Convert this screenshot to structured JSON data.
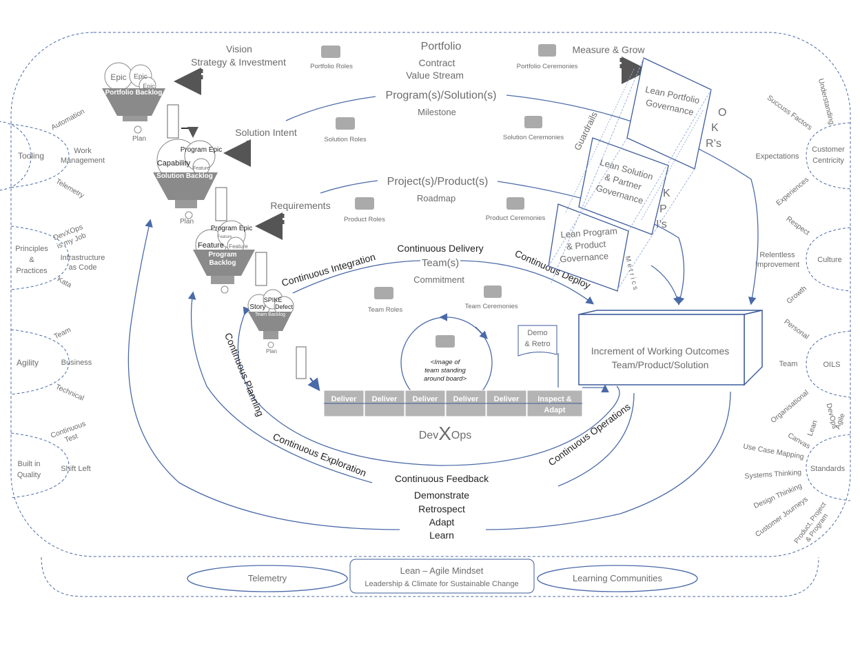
{
  "levels": {
    "portfolio": {
      "title": "Portfolio",
      "sub1": "Contract",
      "sub2": "Value Stream",
      "roles": "Portfolio Roles",
      "ceremonies": "Portfolio Ceremonies"
    },
    "program": {
      "title": "Program(s)/Solution(s)",
      "sub": "Milestone",
      "roles": "Solution Roles",
      "ceremonies": "Solution Ceremonies"
    },
    "project": {
      "title": "Project(s)/Product(s)",
      "sub": "Roadmap",
      "roles": "Product Roles",
      "ceremonies": "Product Ceremonies"
    },
    "team": {
      "title": "Team(s)",
      "sub": "Commitment",
      "roles": "Team Roles",
      "ceremonies": "Team Ceremonies"
    }
  },
  "left_flow": {
    "vision": "Vision",
    "strategy": "Strategy & Investment",
    "solution_intent": "Solution Intent",
    "requirements": "Requirements"
  },
  "backlogs": {
    "portfolio": {
      "title": "Portfolio Backlog",
      "items": [
        "Epic",
        "Epic",
        "Epic"
      ],
      "plan": "Plan"
    },
    "solution": {
      "title": "Solution Backlog",
      "items": [
        "Capability",
        "Program Epic",
        "Feature"
      ],
      "plan": "Plan"
    },
    "program": {
      "title": "Program Backlog",
      "items": [
        "Feature",
        "Program Epic",
        "Feature",
        "Feature"
      ],
      "plan": "Plan"
    },
    "team": {
      "title": "Team Backlog",
      "items": [
        "Story",
        "SPIKE",
        "Defect"
      ],
      "plan": "Plan"
    }
  },
  "continuous": {
    "integration": "Continuous Integration",
    "delivery": "Continuous Delivery",
    "deploy": "Continuous Deploy",
    "planning": "Continuous Planning",
    "exploration": "Continuous Exploration",
    "operations": "Continuous Operations",
    "feedback": "Continuous Feedback"
  },
  "feedback_steps": [
    "Demonstrate",
    "Retrospect",
    "Adapt",
    "Learn"
  ],
  "governance": {
    "measure": "Measure & Grow",
    "guardrails": "Guardrails",
    "metrics": "Metrics",
    "portfolio": "Lean Portfolio Governance",
    "solution": "Lean Solution & Partner Governance",
    "program": "Lean Program & Product Governance",
    "okrs": [
      "O",
      "K",
      "R’s"
    ],
    "kpis": [
      "K",
      "P",
      "I’s"
    ]
  },
  "team_board": {
    "caption": "<Image of team standing around board>",
    "demo": "Demo & Retro"
  },
  "pipeline": [
    "Deliver",
    "Deliver",
    "Deliver",
    "Deliver",
    "Deliver",
    "Inspect & Adapt"
  ],
  "devops": {
    "prefix": "Dev",
    "x": "X",
    "suffix": "Ops"
  },
  "increment": {
    "line1": "Increment of Working Outcomes",
    "line2": "Team/Product/Solution"
  },
  "left_pillars": [
    {
      "name": "Tooling",
      "items": [
        "Automation",
        "Work Management",
        "Telemetry"
      ]
    },
    {
      "name": "Principles & Practices",
      "items": [
        "DevXOps is my Job",
        "Infrastructure as Code",
        "Kata"
      ]
    },
    {
      "name": "Agility",
      "items": [
        "Team",
        "Business",
        "Technical"
      ]
    },
    {
      "name": "Built in Quality",
      "items": [
        "Continuous Test",
        "Shift Left"
      ]
    }
  ],
  "right_pillars": [
    {
      "name": "Customer Centricity",
      "items": [
        "Understanding",
        "Succuss Factors",
        "Expectations",
        "Experiences"
      ]
    },
    {
      "name": "Culture",
      "items": [
        "Respect",
        "Relentless Improvement",
        "Growth"
      ]
    },
    {
      "name": "OILS",
      "items": [
        "Personal",
        "Team",
        "Organisational",
        "Lean",
        "DevOps",
        "Agile"
      ]
    },
    {
      "name": "Standards",
      "items": [
        "Canvas",
        "Use Case Mapping",
        "Systems Thinking",
        "Design Thinking",
        "Customer Journeys",
        "Product, Project & Program"
      ]
    }
  ],
  "footer": {
    "telemetry": "Telemetry",
    "mindset_title": "Lean – Agile Mindset",
    "mindset_sub": "Leadership & Climate for Sustainable Change",
    "communities": "Learning Communities"
  },
  "colors": {
    "accent": "#4a6aa8",
    "funnel": "#8a8a8a",
    "pipeline": "#b4b4b4",
    "text": "#6b6b6b"
  }
}
